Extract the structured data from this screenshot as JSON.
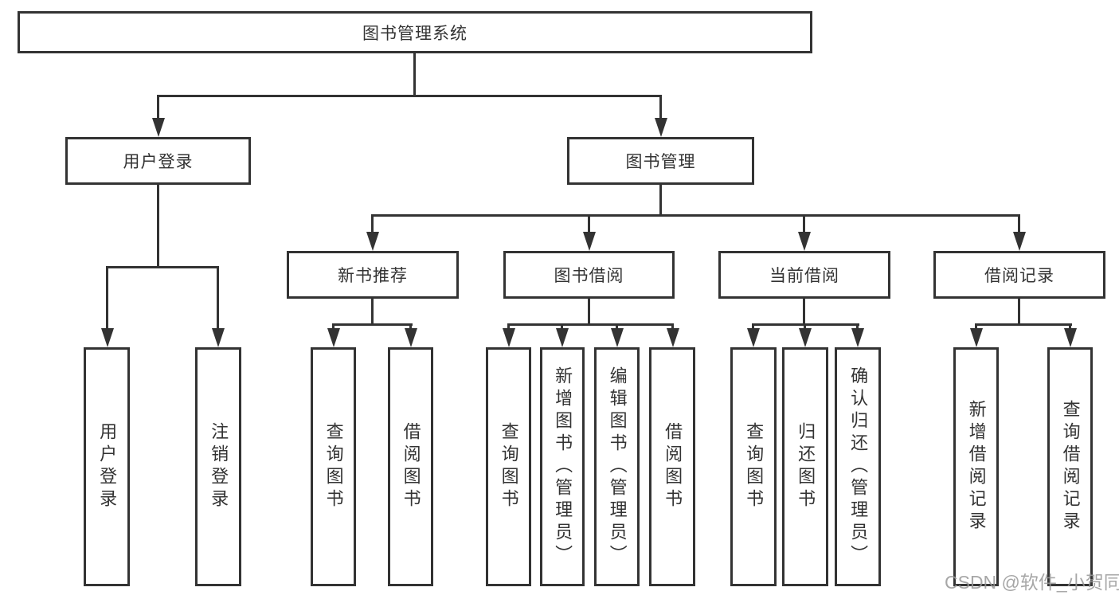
{
  "tree": {
    "root": {
      "label": "图书管理系统",
      "children": [
        {
          "label": "用户登录",
          "children": [
            {
              "label": "用户登录"
            },
            {
              "label": "注销登录"
            }
          ]
        },
        {
          "label": "图书管理",
          "children": [
            {
              "label": "新书推荐",
              "children": [
                {
                  "label": "查询图书"
                },
                {
                  "label": "借阅图书"
                }
              ]
            },
            {
              "label": "图书借阅",
              "children": [
                {
                  "label": "查询图书"
                },
                {
                  "label": "新增图书（管理员）"
                },
                {
                  "label": "编辑图书（管理员）"
                },
                {
                  "label": "借阅图书"
                }
              ]
            },
            {
              "label": "当前借阅",
              "children": [
                {
                  "label": "查询图书"
                },
                {
                  "label": "归还图书"
                },
                {
                  "label": "确认归还（管理员）"
                }
              ]
            },
            {
              "label": "借阅记录",
              "children": [
                {
                  "label": "新增借阅记录"
                },
                {
                  "label": "查询借阅记录"
                }
              ]
            }
          ]
        }
      ]
    }
  },
  "watermark": {
    "text": "CSDN @软件_小贺同学"
  },
  "colors": {
    "line": "#333333",
    "text": "#333333",
    "watermark": "#989898",
    "background": "#ffffff"
  }
}
